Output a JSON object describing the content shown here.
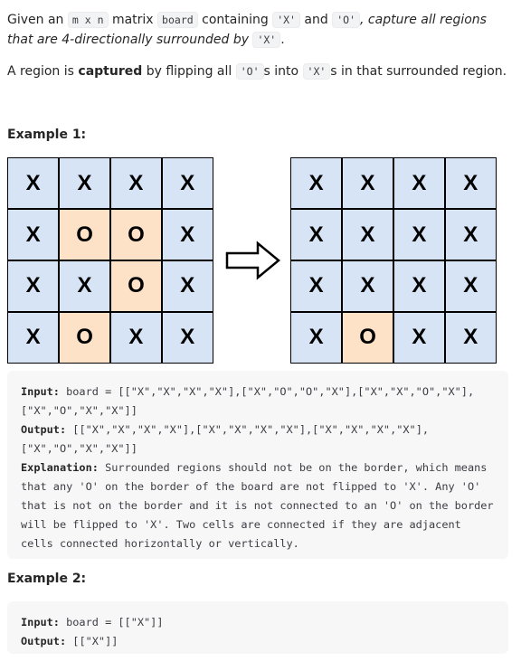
{
  "description": {
    "p1": {
      "t1": "Given an ",
      "c1": "m x n",
      "t2": " matrix ",
      "c2": "board",
      "t3": " containing ",
      "c3": "'X'",
      "t4": " and ",
      "c4": "'O'",
      "t5": ", capture all regions that are 4-directionally surrounded by ",
      "c5": "'X'",
      "t6": "."
    },
    "p2": {
      "t1": "A region is ",
      "b1": "captured",
      "t2": " by flipping all ",
      "c1": "'O'",
      "t3": "s into ",
      "c2": "'X'",
      "t4": "s in that surrounded region."
    }
  },
  "example1": {
    "heading": "Example 1:",
    "input_board": [
      [
        "X",
        "X",
        "X",
        "X"
      ],
      [
        "X",
        "O",
        "O",
        "X"
      ],
      [
        "X",
        "X",
        "O",
        "X"
      ],
      [
        "X",
        "O",
        "X",
        "X"
      ]
    ],
    "output_board": [
      [
        "X",
        "X",
        "X",
        "X"
      ],
      [
        "X",
        "X",
        "X",
        "X"
      ],
      [
        "X",
        "X",
        "X",
        "X"
      ],
      [
        "X",
        "O",
        "X",
        "X"
      ]
    ],
    "input_label": "Input:",
    "input_line1": " board = [[\"X\",\"X\",\"X\",\"X\"],[\"X\",\"O\",\"O\",\"X\"],[\"X\",\"X\",\"O\",\"X\"],",
    "input_line2": "[\"X\",\"O\",\"X\",\"X\"]]",
    "output_label": "Output:",
    "output_line1": " [[\"X\",\"X\",\"X\",\"X\"],[\"X\",\"X\",\"X\",\"X\"],[\"X\",\"X\",\"X\",\"X\"],",
    "output_line2": "[\"X\",\"O\",\"X\",\"X\"]]",
    "explanation_label": "Explanation:",
    "explanation_line1": " Surrounded regions should not be on the border, which means",
    "explanation_line2": "that any 'O' on the border of the board are not flipped to 'X'. Any 'O'",
    "explanation_line3": "that is not on the border and it is not connected to an 'O' on the border",
    "explanation_line4": "will be flipped to 'X'. Two cells are connected if they are adjacent",
    "explanation_line5": "cells connected horizontally or vertically."
  },
  "example2": {
    "heading": "Example 2:",
    "input_label": "Input:",
    "input_value": " board = [[\"X\"]]",
    "output_label": "Output:",
    "output_value": " [[\"X\"]]"
  },
  "colors": {
    "x_cell": "#d6e4f6",
    "o_cell": "#fde2c7",
    "code_bg": "#f7f7f8"
  },
  "icons": {
    "arrow": "right-arrow-icon"
  }
}
